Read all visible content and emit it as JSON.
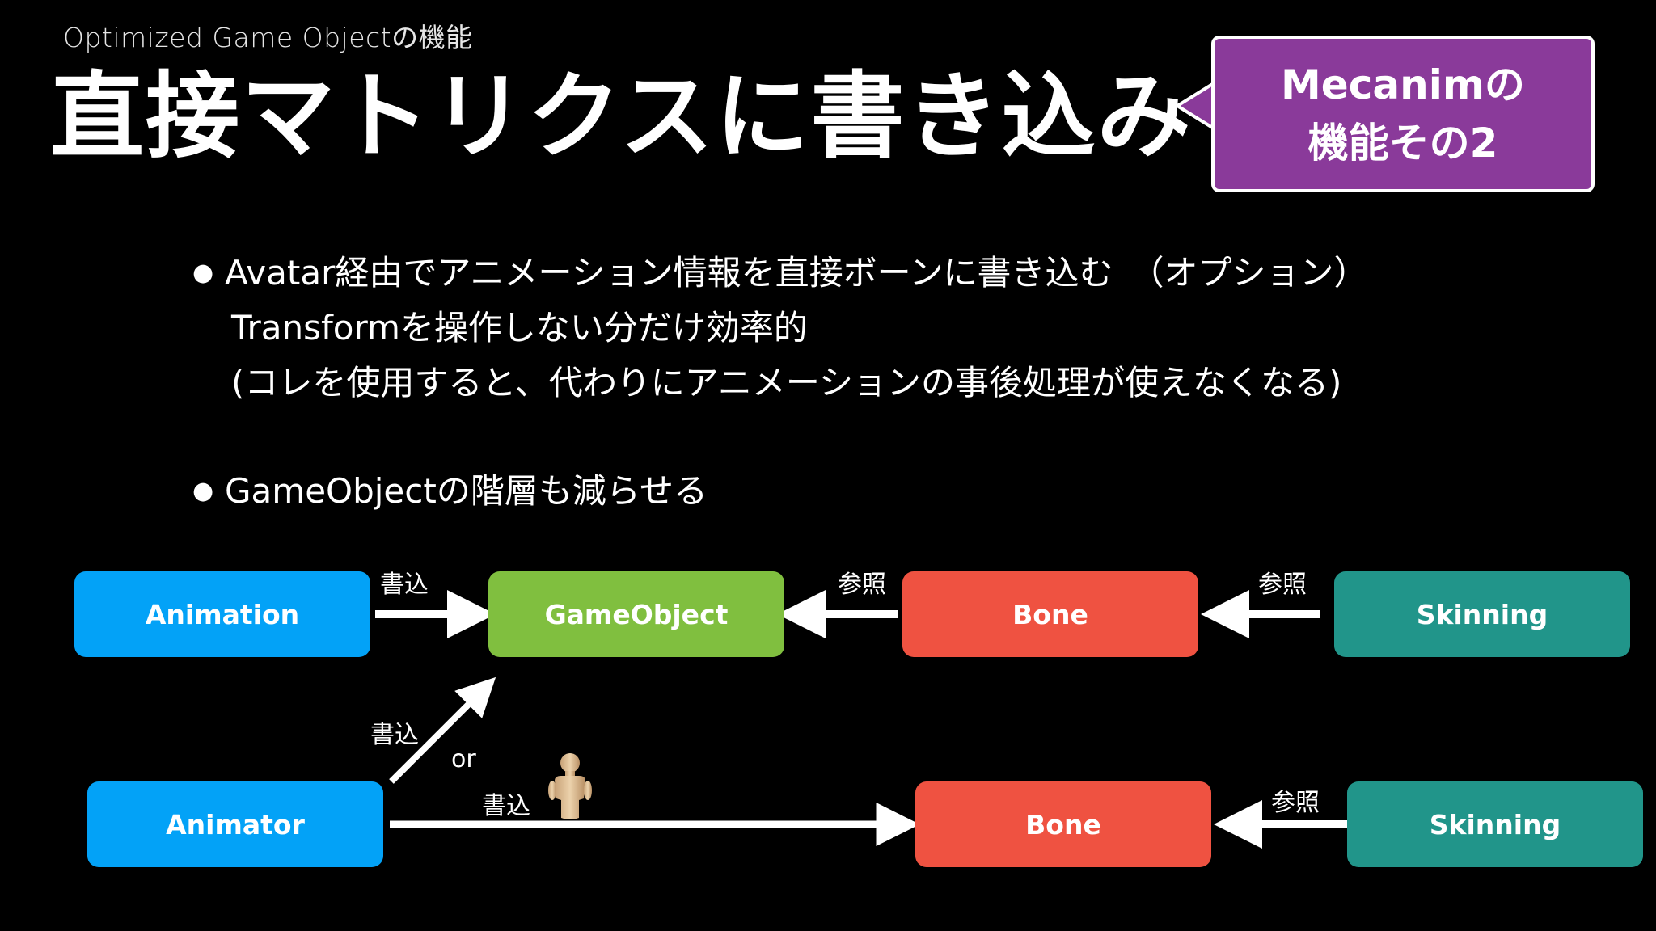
{
  "header": {
    "subtitle": "Optimized Game Objectの機能",
    "title": "直接マトリクスに書き込み"
  },
  "callout": {
    "line1": "Mecanimの",
    "line2": "機能その2",
    "color": "#8a3a9a"
  },
  "bullets": [
    {
      "lines": [
        "Avatar経由でアニメーション情報を直接ボーンに書き込む　（オプション）",
        "Transformを操作しない分だけ効率的",
        "(コレを使用すると、代わりにアニメーションの事後処理が使えなくなる)"
      ]
    },
    {
      "lines": [
        "GameObjectの階層も減らせる"
      ]
    }
  ],
  "diagram": {
    "nodes": {
      "animation": {
        "label": "Animation",
        "color": "#03a2f7"
      },
      "gameobject": {
        "label": "GameObject",
        "color": "#80bf3f"
      },
      "bone_top": {
        "label": "Bone",
        "color": "#ef5241"
      },
      "skinning_top": {
        "label": "Skinning",
        "color": "#21958a"
      },
      "animator": {
        "label": "Animator",
        "color": "#03a2f7"
      },
      "bone_bottom": {
        "label": "Bone",
        "color": "#ef5241"
      },
      "skinning_bottom": {
        "label": "Skinning",
        "color": "#21958a"
      }
    },
    "edge_labels": {
      "animation_to_gameobject": "書込",
      "bone_to_gameobject": "参照",
      "skinning_to_bone_top": "参照",
      "animator_to_gameobject": "書込",
      "or": "or",
      "animator_to_bone": "書込",
      "skinning_to_bone_bottom": "参照"
    },
    "icons": {
      "avatar": "avatar-figure-icon"
    }
  }
}
